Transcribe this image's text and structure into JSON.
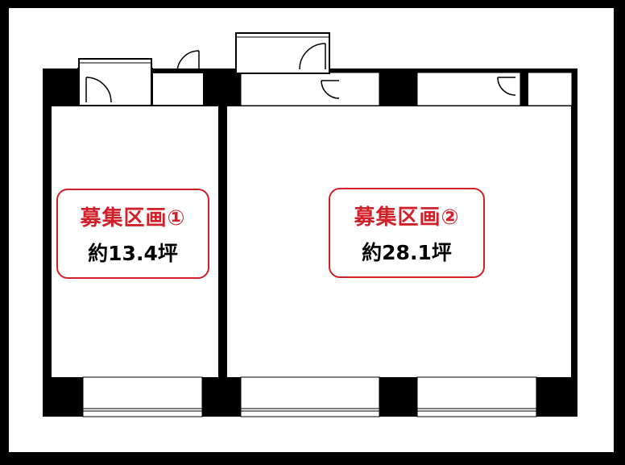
{
  "units": [
    {
      "title": "募集区画①",
      "area": "約13.4坪"
    },
    {
      "title": "募集区画②",
      "area": "約28.1坪"
    }
  ],
  "colors": {
    "label_accent": "#d0202a",
    "wall": "#000000",
    "floor": "#ffffff",
    "frame": "#000000"
  }
}
